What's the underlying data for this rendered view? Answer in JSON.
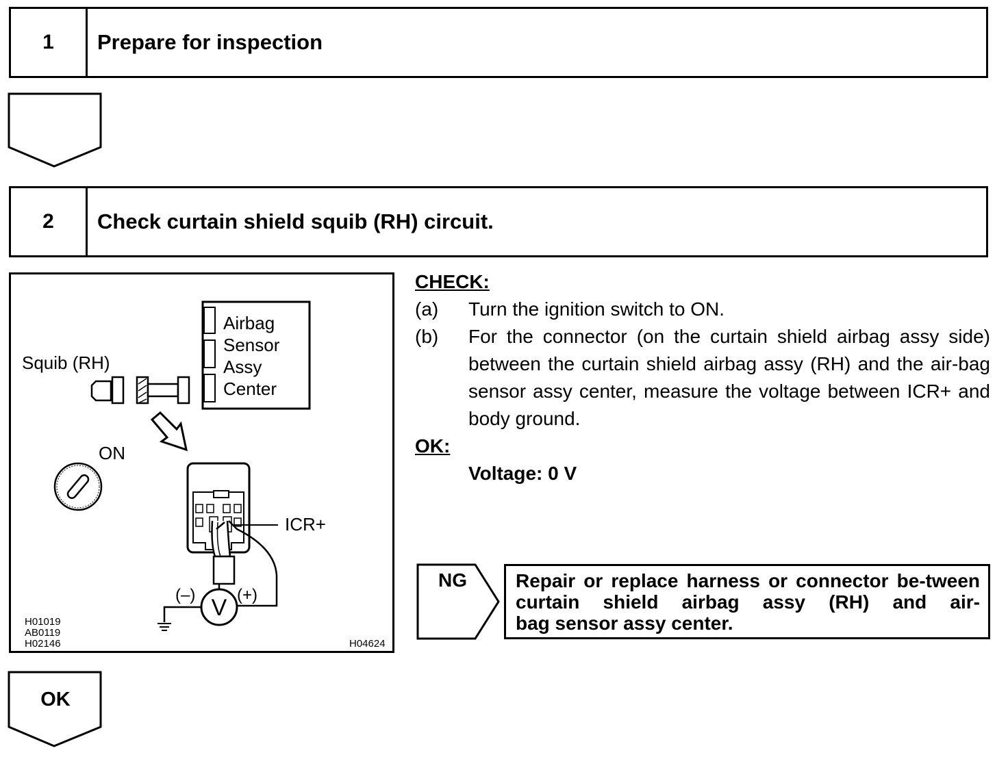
{
  "steps": [
    {
      "number": "1",
      "title": "Prepare for inspection"
    },
    {
      "number": "2",
      "title": "Check curtain shield squib (RH) circuit."
    }
  ],
  "figure": {
    "sensor_label_lines": [
      "Airbag",
      "Sensor",
      "Assy",
      "Center"
    ],
    "squib_label": "Squib (RH)",
    "ignition_label": "ON",
    "terminal_label": "ICR+",
    "minus_label": "(–)",
    "plus_label": "(+)",
    "meter_label": "V",
    "ref_codes": [
      "H01019",
      "AB0119",
      "H02146"
    ],
    "figure_code": "H04624"
  },
  "check": {
    "heading": "CHECK:",
    "items": [
      {
        "label": "(a)",
        "text": "Turn the ignition switch to ON."
      },
      {
        "label": "(b)",
        "text": "For the connector (on the curtain shield airbag assy side) between the curtain shield airbag assy (RH) and the air-bag sensor assy center, measure the voltage between ICR+ and body ground."
      }
    ],
    "ok_heading": "OK:",
    "ok_value": "Voltage: 0 V"
  },
  "ng": {
    "label": "NG",
    "action_main": "Repair or replace harness or connector be-tween curtain shield airbag assy (RH) and air-",
    "action_last": "bag sensor assy center."
  },
  "ok_arrow": {
    "label": "OK"
  }
}
